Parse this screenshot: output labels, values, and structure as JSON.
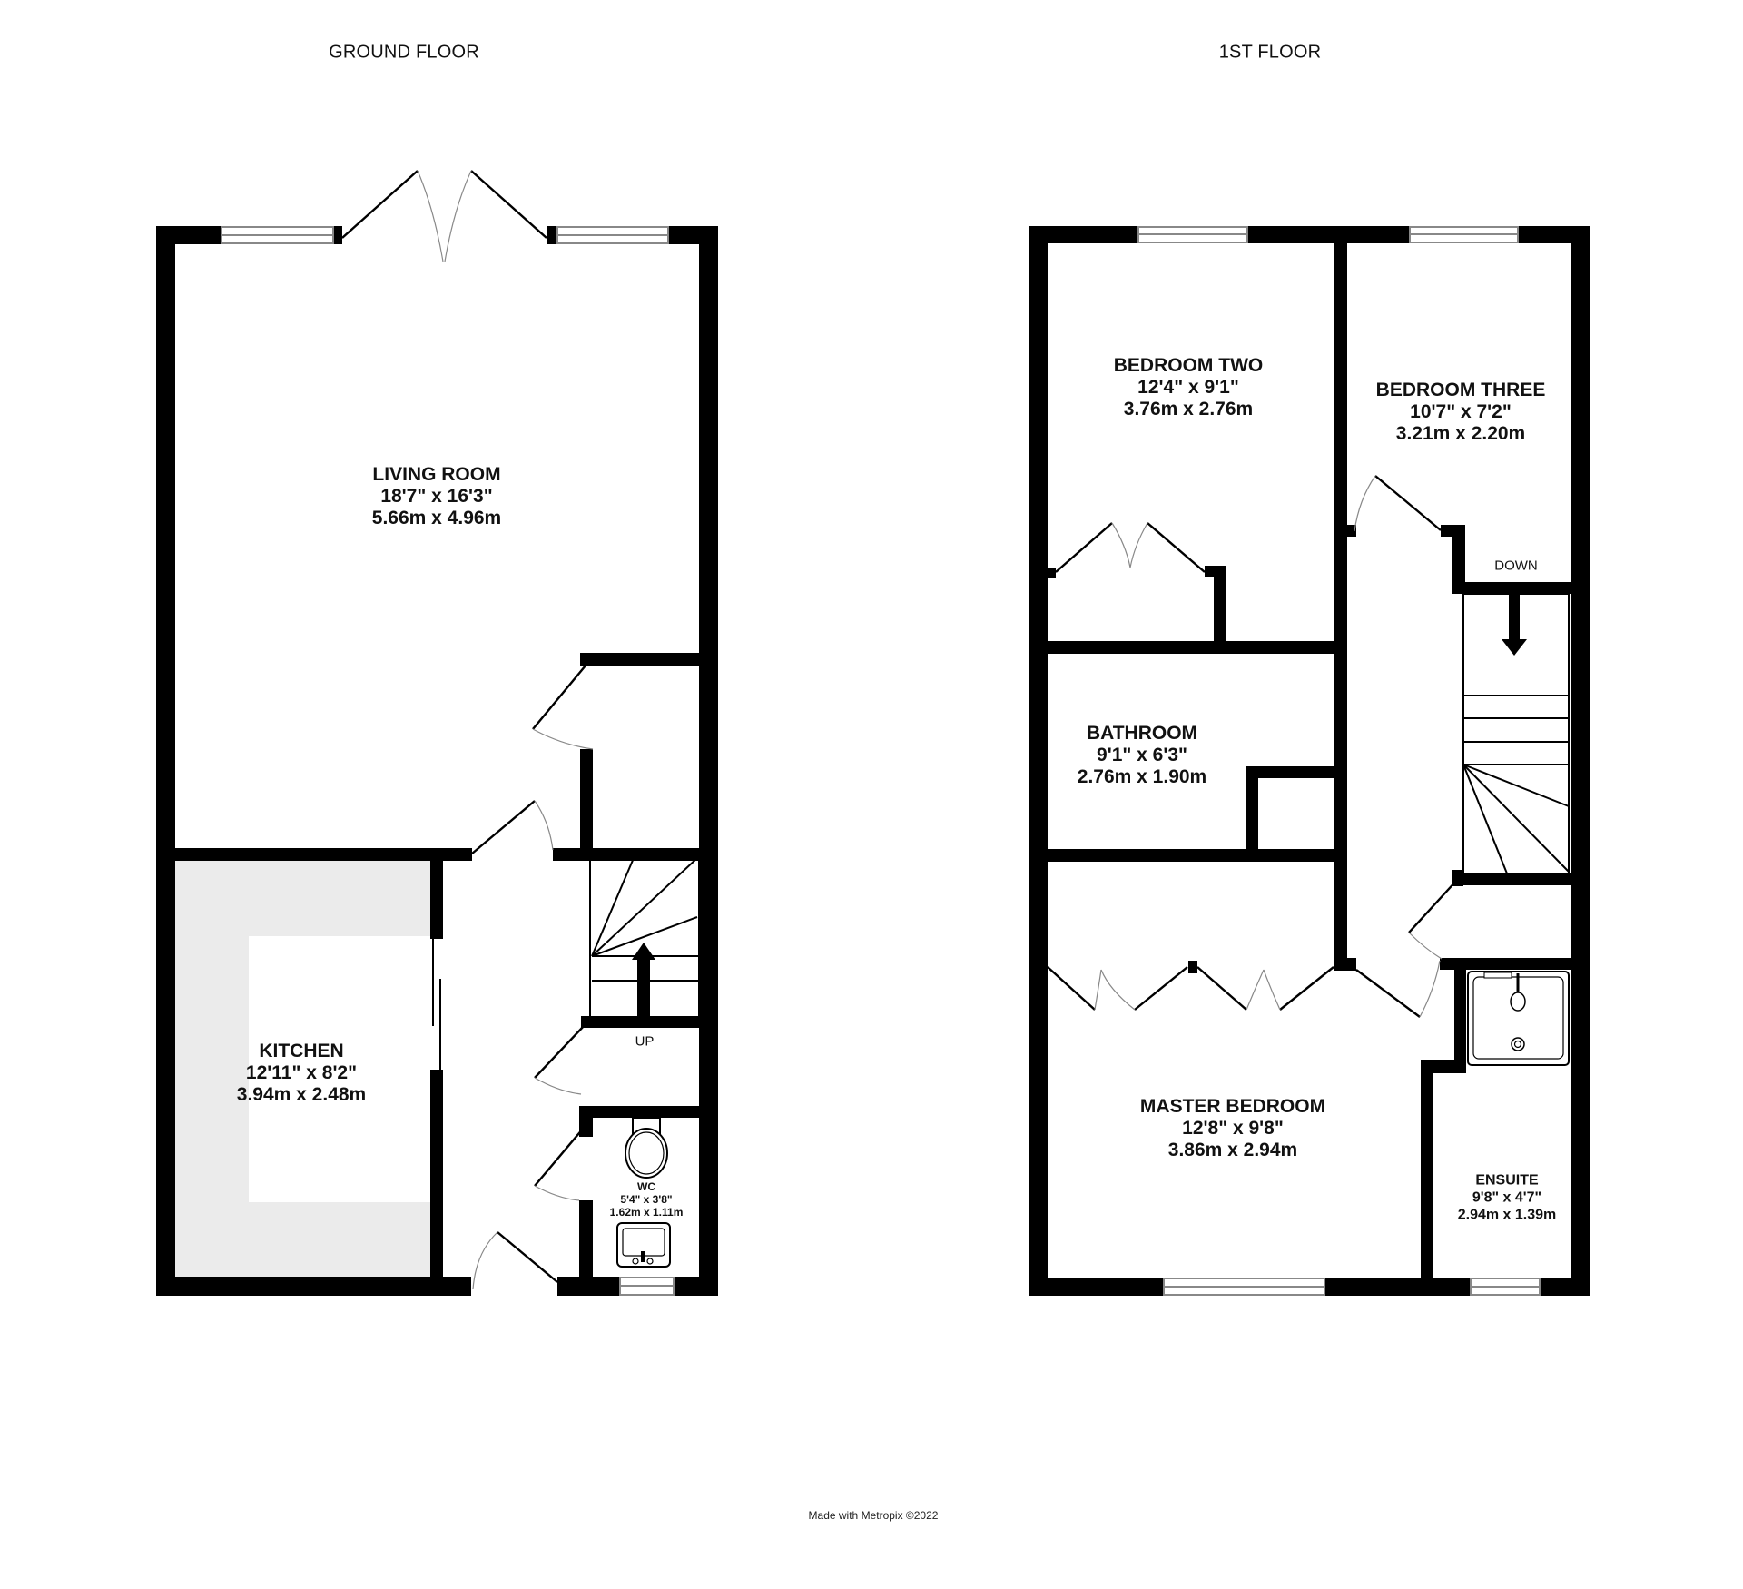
{
  "floors": [
    {
      "title": "GROUND FLOOR",
      "rooms": [
        {
          "name": "LIVING ROOM",
          "imperial": "18'7\"  x 16'3\"",
          "metric": "5.66m  x 4.96m"
        },
        {
          "name": "KITCHEN",
          "imperial": "12'11\"  x 8'2\"",
          "metric": "3.94m  x 2.48m"
        },
        {
          "name": "WC",
          "imperial": "5'4\"  x 3'8\"",
          "metric": "1.62m  x 1.11m"
        }
      ],
      "stairs_label": "UP"
    },
    {
      "title": "1ST FLOOR",
      "rooms": [
        {
          "name": "BEDROOM TWO",
          "imperial": "12'4\"  x 9'1\"",
          "metric": "3.76m  x 2.76m"
        },
        {
          "name": "BEDROOM THREE",
          "imperial": "10'7\"  x 7'2\"",
          "metric": "3.21m  x 2.20m"
        },
        {
          "name": "BATHROOM",
          "imperial": "9'1\"  x 6'3\"",
          "metric": "2.76m  x 1.90m"
        },
        {
          "name": "MASTER BEDROOM",
          "imperial": "12'8\"  x 9'8\"",
          "metric": "3.86m  x 2.94m"
        },
        {
          "name": "ENSUITE",
          "imperial": "9'8\"  x 4'7\"",
          "metric": "2.94m  x 1.39m"
        }
      ],
      "stairs_label": "DOWN"
    }
  ],
  "footer": "Made with Metropix ©2022",
  "colors": {
    "wall": "#000000",
    "kitchen_units": "#ebebeb",
    "window": "#888888"
  }
}
